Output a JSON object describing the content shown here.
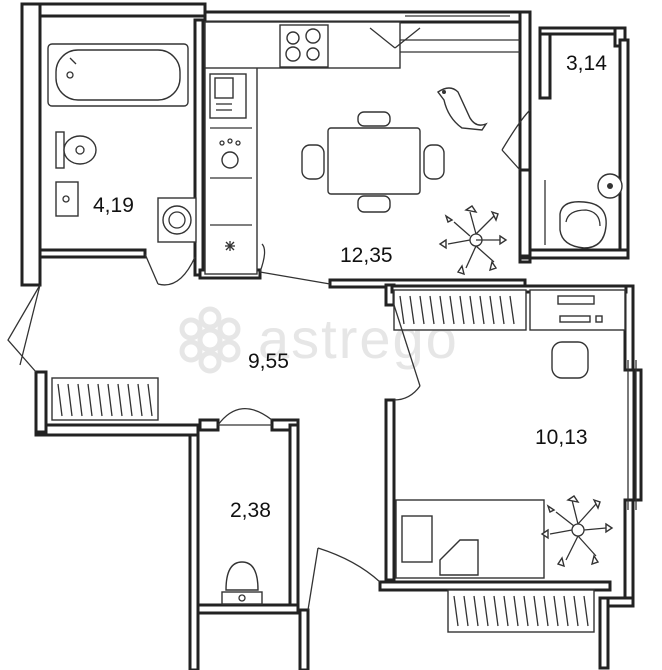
{
  "watermark": {
    "text": "astrego",
    "icon": "flower-logo-icon"
  },
  "rooms": [
    {
      "id": "bathroom",
      "area": "4,19"
    },
    {
      "id": "kitchen",
      "area": "12,35"
    },
    {
      "id": "balcony",
      "area": "3,14"
    },
    {
      "id": "hallway",
      "area": "9,55"
    },
    {
      "id": "bedroom",
      "area": "10,13"
    },
    {
      "id": "toilet",
      "area": "2,38"
    }
  ],
  "icons": [
    "bathtub-icon",
    "toilet-icon",
    "sink-icon",
    "washing-machine-icon",
    "stove-icon",
    "dining-table-icon",
    "chair-icon",
    "dog-icon",
    "plant-icon",
    "armchair-icon",
    "desk-icon",
    "bed-icon",
    "radiator-icon",
    "door-icon"
  ]
}
